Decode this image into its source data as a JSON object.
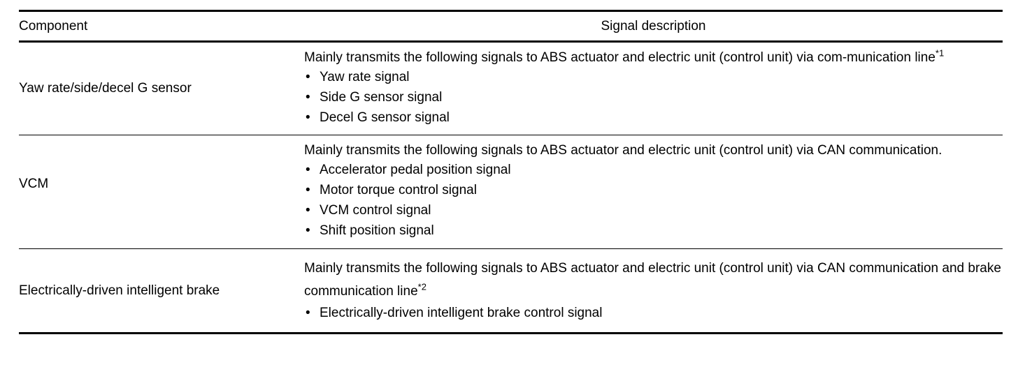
{
  "table": {
    "headers": {
      "component": "Component",
      "description": "Signal description"
    },
    "bullet_glyph": "•",
    "rows": [
      {
        "component": "Yaw rate/side/decel G sensor",
        "intro_text": "Mainly transmits the following signals to ABS actuator and electric unit (control unit) via com-munication line",
        "intro_footnote": "*1",
        "bullets": [
          "Yaw rate signal",
          "Side G sensor signal",
          "Decel G sensor signal"
        ]
      },
      {
        "component": "VCM",
        "intro_text": "Mainly transmits the following signals to ABS actuator and electric unit (control unit) via CAN communication.",
        "intro_footnote": "",
        "bullets": [
          "Accelerator pedal position signal",
          "Motor torque control signal",
          "VCM control signal",
          "Shift position signal"
        ]
      },
      {
        "component": "Electrically-driven intelligent brake",
        "intro_text": "Mainly transmits the following signals to ABS actuator and electric unit (control unit) via CAN communication and brake communication line",
        "intro_footnote": "*2",
        "bullets": [
          "Electrically-driven intelligent brake control signal"
        ]
      }
    ]
  },
  "colors": {
    "text": "#000000",
    "rule": "#000000",
    "background": "#ffffff"
  }
}
